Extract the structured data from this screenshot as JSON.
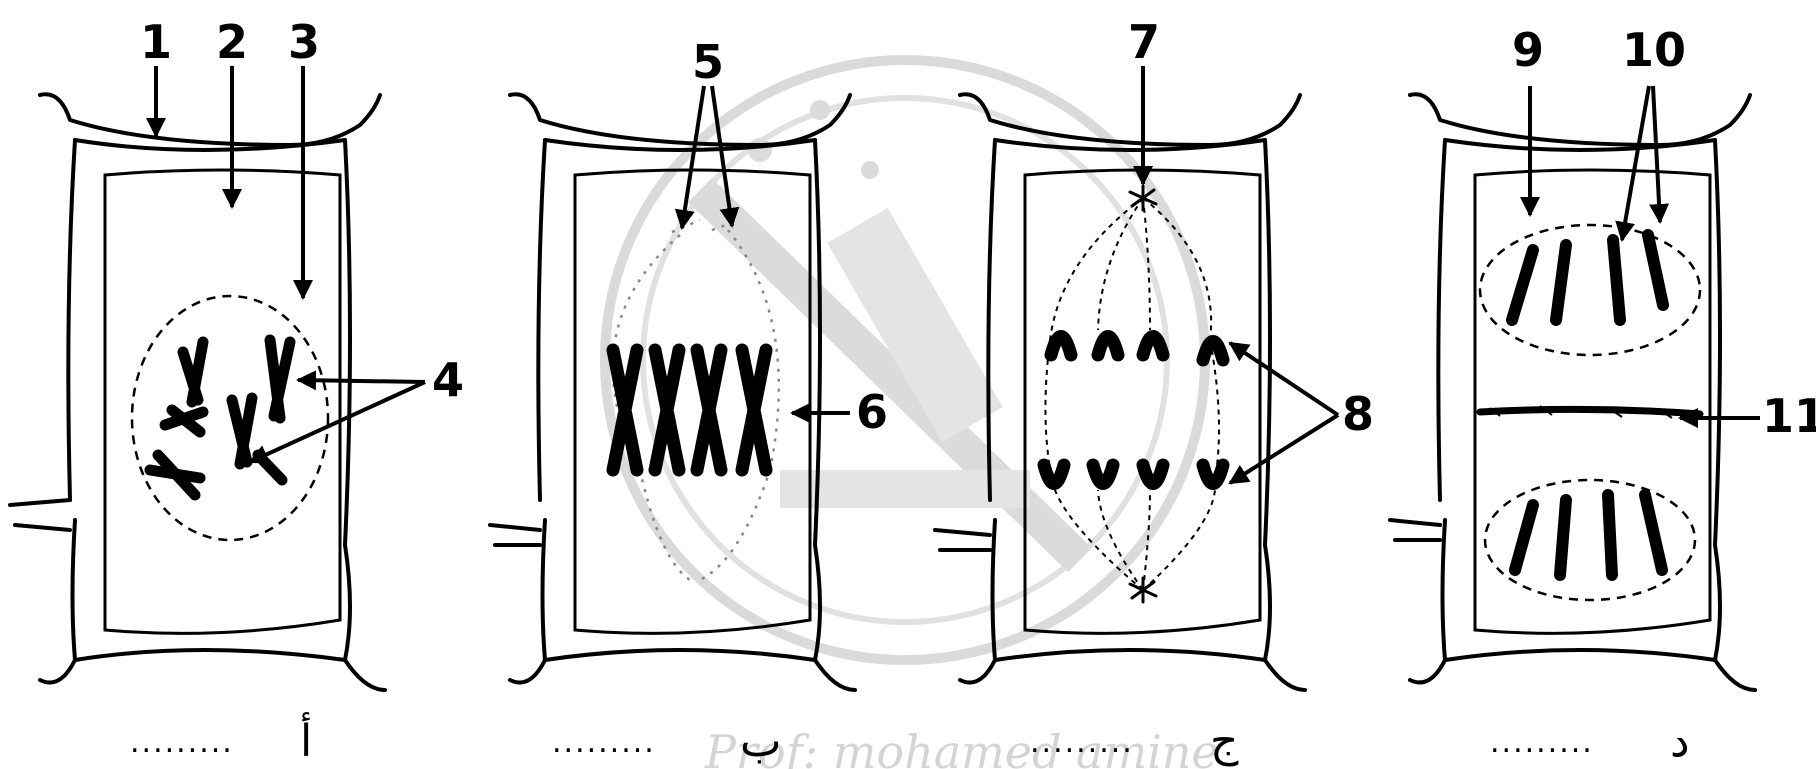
{
  "labels": {
    "l1": "1",
    "l2": "2",
    "l3": "3",
    "l4": "4",
    "l5": "5",
    "l6": "6",
    "l7": "7",
    "l8": "8",
    "l9": "9",
    "l10": "10",
    "l11": "11"
  },
  "stages": [
    {
      "letter": "أ",
      "blank": "........."
    },
    {
      "letter": "ب",
      "blank": "........."
    },
    {
      "letter": "ج",
      "blank": "........."
    },
    {
      "letter": "د",
      "blank": "........."
    }
  ],
  "watermark": {
    "signature": "Prof: mohamed amine"
  },
  "colors": {
    "ink": "#000000",
    "watermark": "#cfcfcf"
  }
}
